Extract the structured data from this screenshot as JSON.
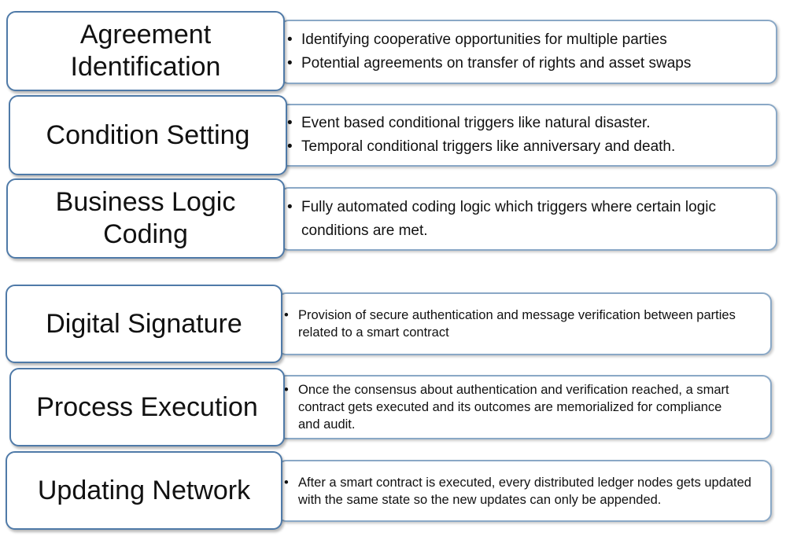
{
  "stages": [
    {
      "id": "agreement-identification",
      "title_lines": [
        "Agreement",
        "Identification"
      ],
      "bullets": [
        "Identifying cooperative opportunities for  multiple parties",
        "Potential agreements on transfer of rights and  asset swaps"
      ]
    },
    {
      "id": "condition-setting",
      "title_lines": [
        "Condition Setting"
      ],
      "bullets": [
        "Event based conditional triggers like natural disaster.",
        "Temporal conditional triggers like anniversary and death."
      ]
    },
    {
      "id": "business-logic-coding",
      "title_lines": [
        "Business Logic",
        "Coding"
      ],
      "bullets": [
        "Fully automated coding logic which triggers where certain logic conditions are met."
      ]
    },
    {
      "id": "digital-signature",
      "title_lines": [
        "Digital Signature"
      ],
      "bullets": [
        "Provision of secure authentication and message verification between parties related to a smart contract"
      ]
    },
    {
      "id": "process-execution",
      "title_lines": [
        "Process Execution"
      ],
      "bullets": [
        "Once the consensus about authentication and verification reached, a smart contract gets executed and its outcomes are memorialized for compliance and audit."
      ]
    },
    {
      "id": "updating-network",
      "title_lines": [
        "Updating Network"
      ],
      "bullets": [
        "After a smart contract is executed, every distributed ledger nodes gets updated with the same state so the new updates can only be appended."
      ]
    }
  ]
}
